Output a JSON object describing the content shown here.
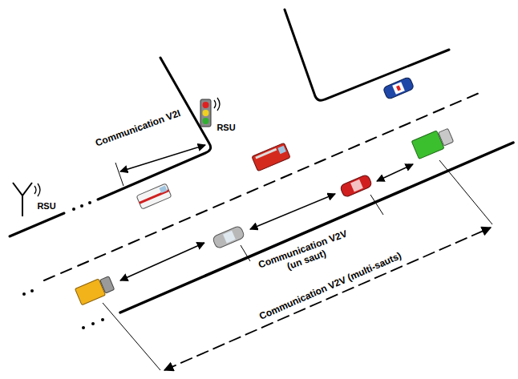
{
  "diagram": {
    "labels": [
      "Communication V2I",
      "RSU",
      "RSU",
      "Communication V2V (un saut)",
      "Communication V2V (multi-sauts)"
    ]
  }
}
